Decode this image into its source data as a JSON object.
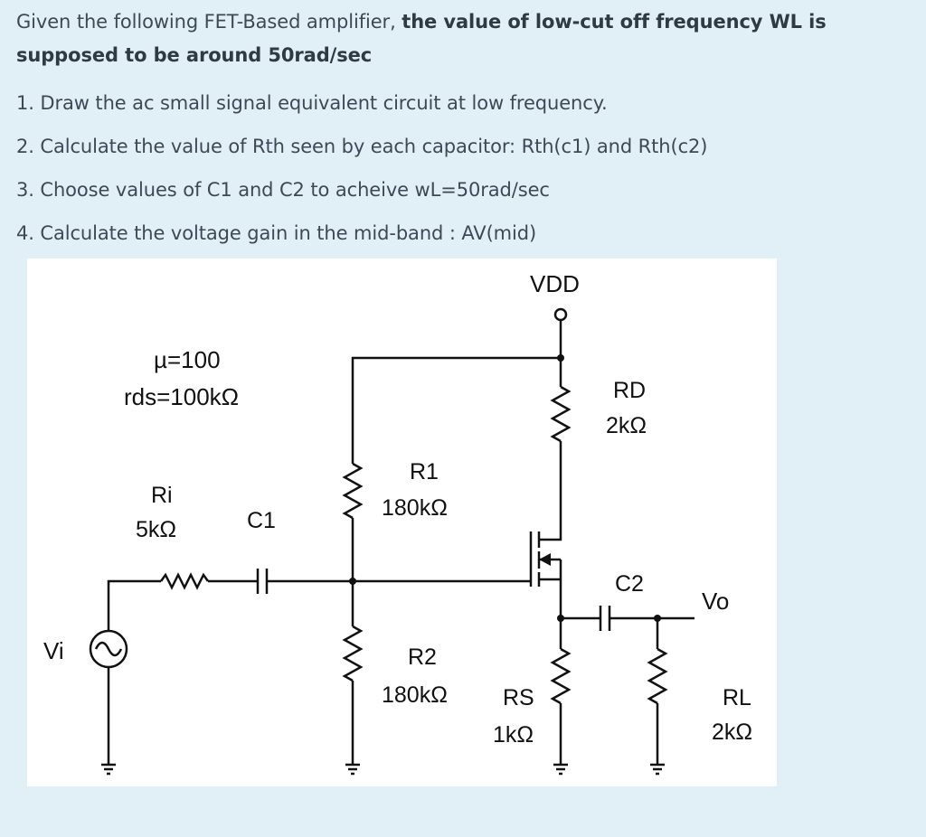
{
  "question": {
    "intro_plain": "Given the following FET-Based amplifier, ",
    "intro_bold": "the value of low-cut off frequency WL is supposed to be around 50rad/sec",
    "steps": [
      "1. Draw the ac small signal equivalent circuit at low frequency.",
      "2. Calculate the value of  Rth seen by each capacitor: Rth(c1) and Rth(c2)",
      "3. Choose values of C1 and C2 to acheive wL=50rad/sec",
      "4. Calculate the voltage gain in the mid-band : AV(mid)"
    ]
  },
  "circuit": {
    "vdd": "VDD",
    "mu": "µ=100",
    "rds": "rds=100kΩ",
    "ri_name": "Ri",
    "ri_value": "5kΩ",
    "c1": "C1",
    "r1_name": "R1",
    "r1_value": "180kΩ",
    "rd_name": "RD",
    "rd_value": "2kΩ",
    "c2": "C2",
    "vo": "Vo",
    "vi": "Vi",
    "r2_name": "R2",
    "r2_value": "180kΩ",
    "rs_name": "RS",
    "rs_value": "1kΩ",
    "rl_name": "RL",
    "rl_value": "2kΩ"
  }
}
